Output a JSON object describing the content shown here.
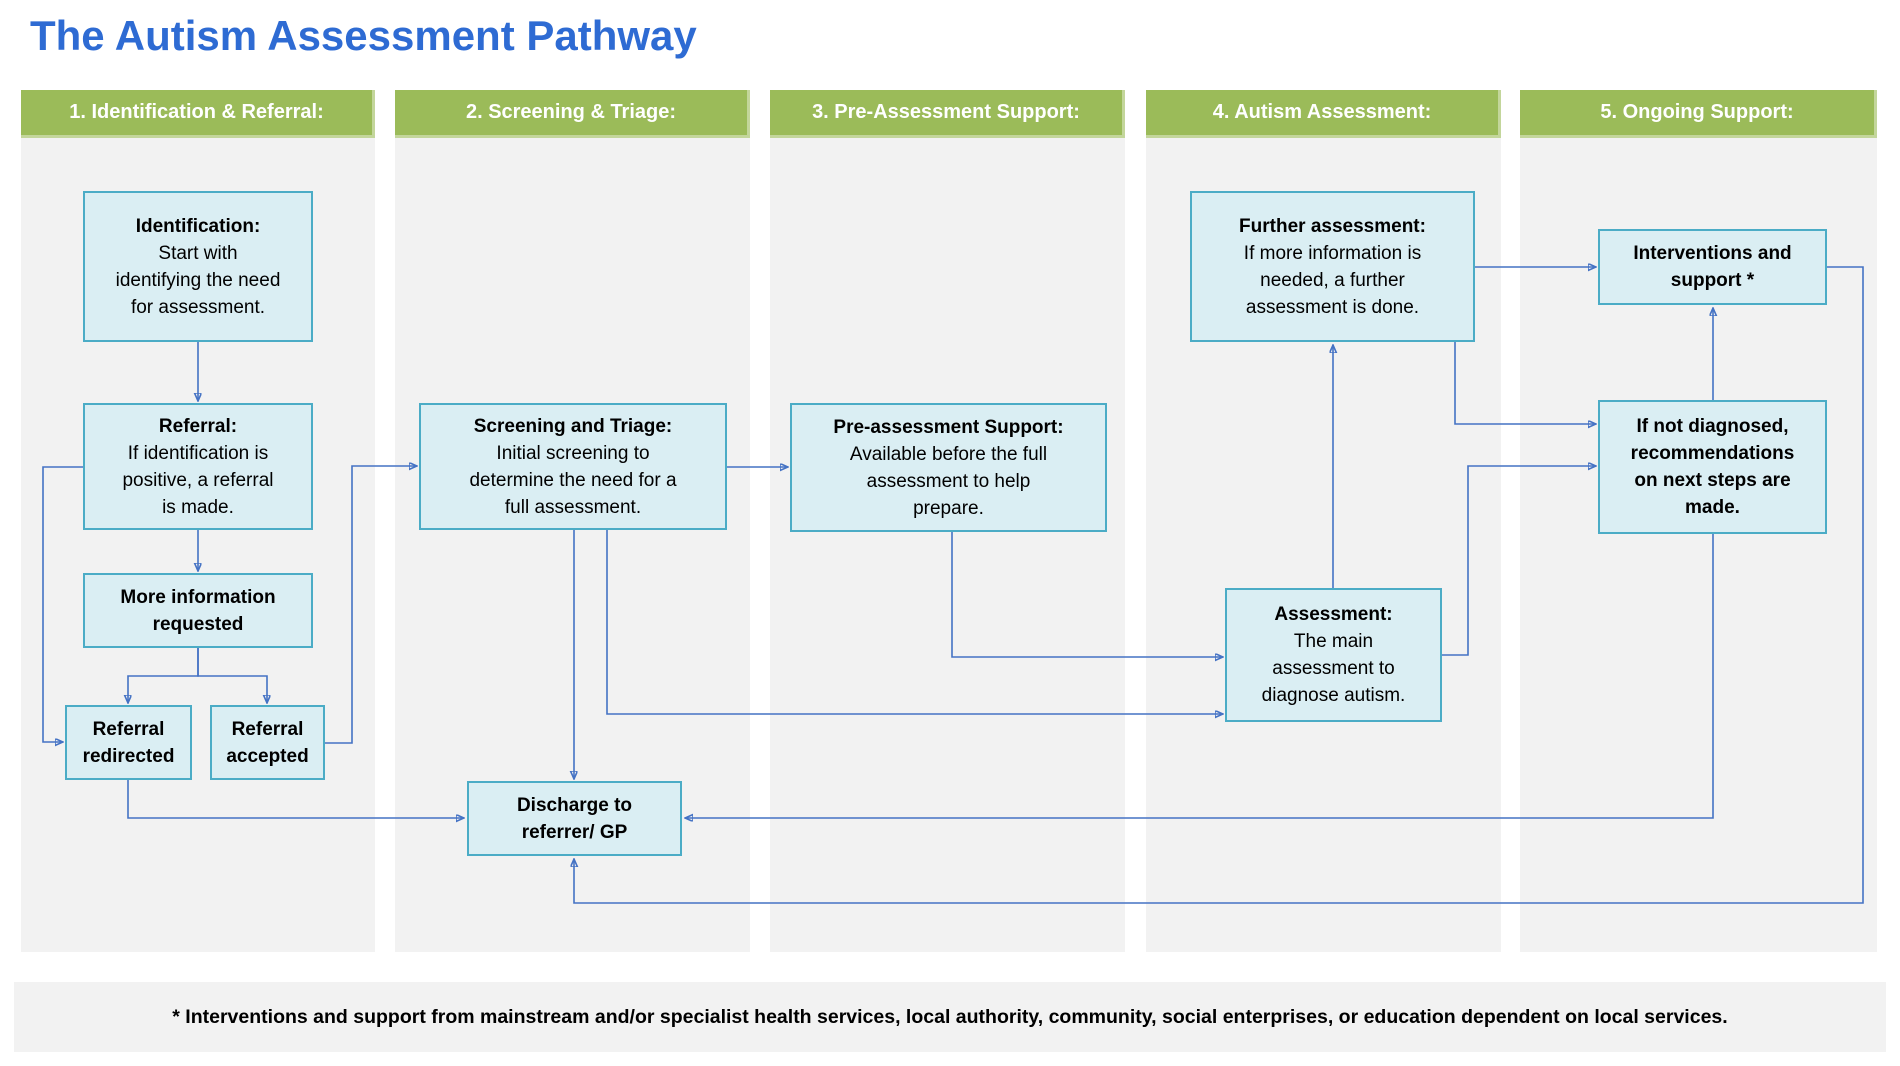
{
  "title": "The Autism Assessment Pathway",
  "columns": [
    "1. Identification & Referral:",
    "2. Screening & Triage:",
    "3. Pre-Assessment Support:",
    "4. Autism Assessment:",
    "5. Ongoing Support:"
  ],
  "nodes": {
    "identification": {
      "title": "Identification:",
      "body": "Start with\nidentifying the need\nfor assessment."
    },
    "referral": {
      "title": "Referral:",
      "body": "If identification is\npositive, a referral\nis made."
    },
    "more_info": {
      "title": "More information\nrequested",
      "body": ""
    },
    "referral_redirected": {
      "title": "Referral\nredirected",
      "body": ""
    },
    "referral_accepted": {
      "title": "Referral\naccepted",
      "body": ""
    },
    "screening": {
      "title": "Screening and Triage:",
      "body": "Initial screening to\ndetermine the need for a\nfull assessment."
    },
    "discharge": {
      "title": "Discharge to\nreferrer/ GP",
      "body": ""
    },
    "pre_assessment": {
      "title": "Pre-assessment Support:",
      "body": "Available before the full\nassessment to help\nprepare."
    },
    "further_assessment": {
      "title": "Further assessment:",
      "body": "If more information is\nneeded, a further\nassessment is done."
    },
    "assessment": {
      "title": "Assessment:",
      "body": "The main\nassessment to\ndiagnose autism."
    },
    "interventions": {
      "title": "Interventions and\nsupport *",
      "body": ""
    },
    "not_diagnosed": {
      "title": "If not diagnosed,\nrecommendations\non next steps are\nmade.",
      "body": ""
    }
  },
  "footnote": "* Interventions and support from mainstream and/or specialist health services, local authority, community, social enterprises, or education dependent on local services.",
  "colors": {
    "title_blue": "#2E6BD3",
    "header_green": "#9BBB59",
    "header_edge_green": "#C3D69B",
    "panel_gray": "#F2F2F2",
    "node_fill": "#DAEEF3",
    "node_border": "#4BACC6",
    "arrow_blue": "#4472C4"
  }
}
